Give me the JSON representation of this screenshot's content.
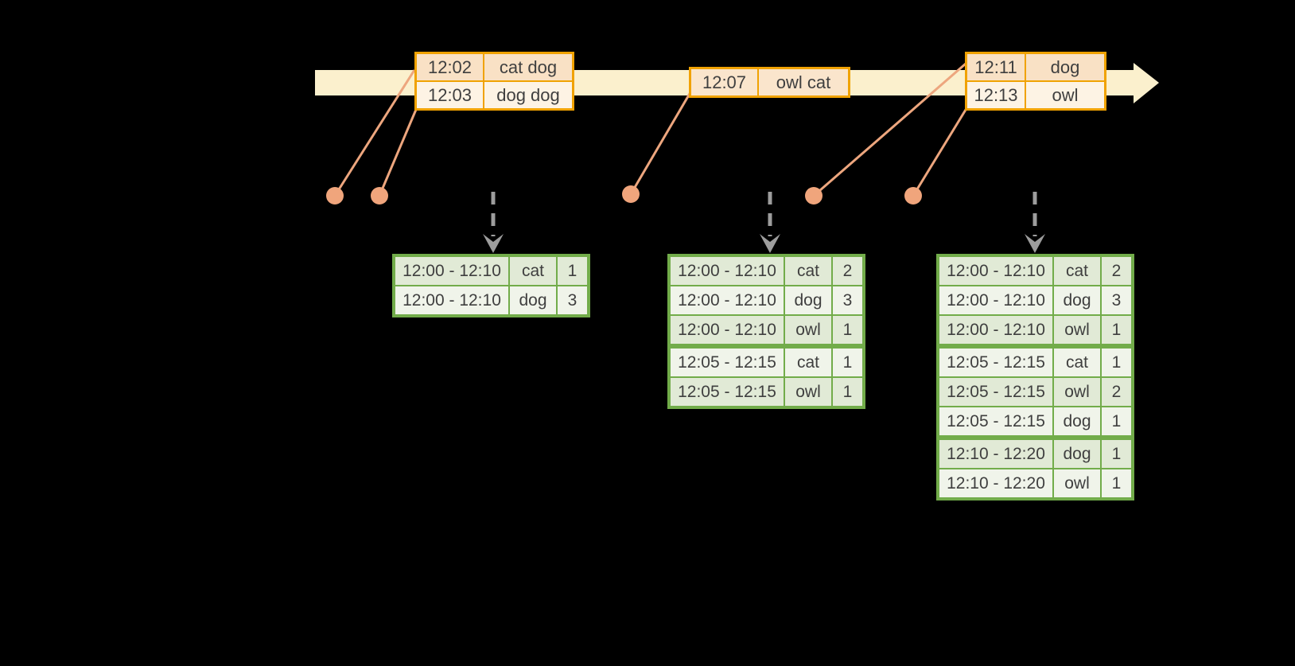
{
  "diagram": {
    "description_visible_text_only": true,
    "timeline_events": [
      {
        "time": "12:02",
        "words": "cat dog"
      },
      {
        "time": "12:03",
        "words": "dog dog"
      },
      {
        "time": "12:07",
        "words": "owl cat"
      },
      {
        "time": "12:11",
        "words": "dog"
      },
      {
        "time": "12:13",
        "words": "owl"
      }
    ],
    "result_tables": [
      {
        "rows": [
          {
            "window": "12:00 - 12:10",
            "word": "cat",
            "count": "1"
          },
          {
            "window": "12:00 - 12:10",
            "word": "dog",
            "count": "3"
          }
        ]
      },
      {
        "rows": [
          {
            "window": "12:00 - 12:10",
            "word": "cat",
            "count": "2"
          },
          {
            "window": "12:00 - 12:10",
            "word": "dog",
            "count": "3"
          },
          {
            "window": "12:00 - 12:10",
            "word": "owl",
            "count": "1"
          },
          {
            "window": "12:05 - 12:15",
            "word": "cat",
            "count": "1"
          },
          {
            "window": "12:05 - 12:15",
            "word": "owl",
            "count": "1"
          }
        ]
      },
      {
        "rows": [
          {
            "window": "12:00 - 12:10",
            "word": "cat",
            "count": "2"
          },
          {
            "window": "12:00 - 12:10",
            "word": "dog",
            "count": "3"
          },
          {
            "window": "12:00 - 12:10",
            "word": "owl",
            "count": "1"
          },
          {
            "window": "12:05 - 12:15",
            "word": "cat",
            "count": "1"
          },
          {
            "window": "12:05 - 12:15",
            "word": "owl",
            "count": "2"
          },
          {
            "window": "12:05 - 12:15",
            "word": "dog",
            "count": "1"
          },
          {
            "window": "12:10 - 12:20",
            "word": "dog",
            "count": "1"
          },
          {
            "window": "12:10 - 12:20",
            "word": "owl",
            "count": "1"
          }
        ]
      }
    ]
  },
  "colors": {
    "background": "#000000",
    "timeline_fill": "#FBF0CD",
    "event_table_border": "#F0A202",
    "event_row_peach": "#F9E1C5",
    "event_row_light_peach": "#FAE5CC",
    "event_row_cream": "#FDF3E4",
    "connector_line": "#EDA67E",
    "event_dot": "#F0A57C",
    "trigger_arrow_gray": "#9D9D9D",
    "result_table_border": "#72AC4A",
    "result_row_dark": "#E1EAD6",
    "result_row_light": "#F0F4EA",
    "text": "#3F3F3F"
  }
}
